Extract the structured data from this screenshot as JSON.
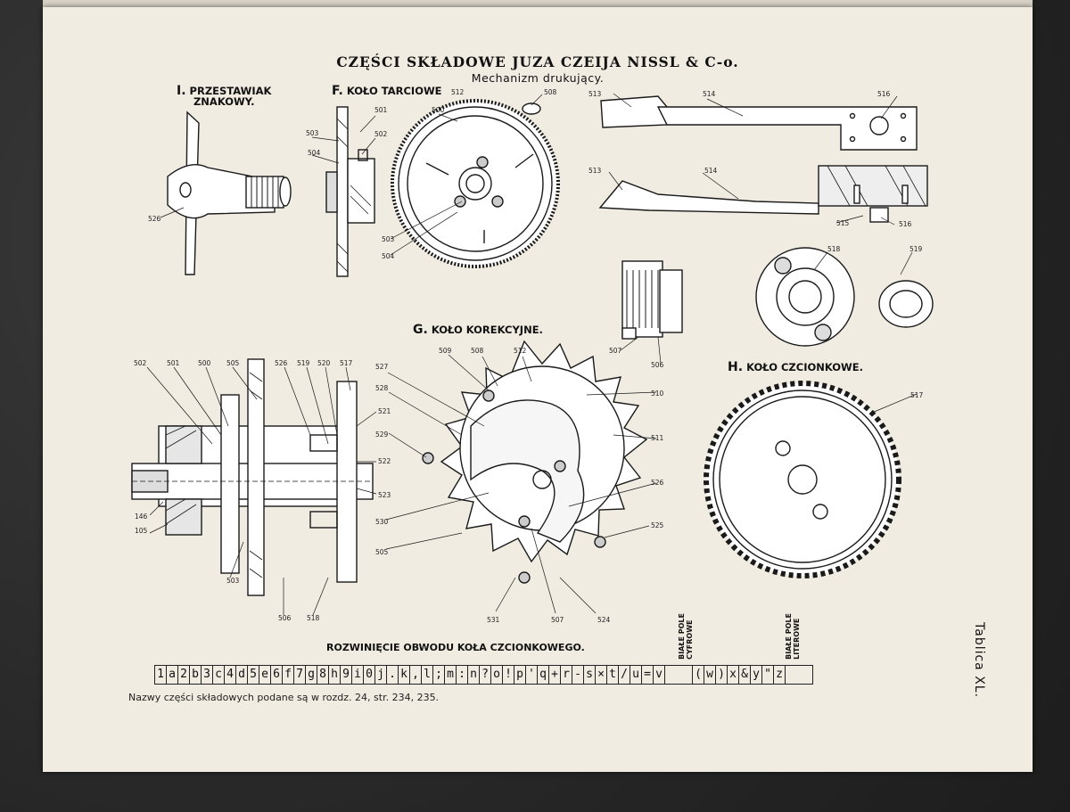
{
  "title": "CZĘŚCI SKŁADOWE JUZA CZEIJA NISSL & C-o.",
  "subtitle": "Mechanizm drukujący.",
  "labels": {
    "i_letter": "I.",
    "i_text_1": "PRZESTAWIAK",
    "i_text_2": "ZNAKOWY.",
    "f_letter": "F.",
    "f_text": "KOŁO TARCIOWE",
    "g_letter": "G.",
    "g_text": "KOŁO KOREKCYJNE.",
    "h_letter": "H.",
    "h_text": "KOŁO CZCIONKOWE."
  },
  "strip_caption": "ROZWINIĘCIE OBWODU KOŁA CZCIONKOWEGO.",
  "strip_cells": [
    "1",
    "a",
    "2",
    "b",
    "3",
    "c",
    "4",
    "d",
    "5",
    "e",
    "6",
    "f",
    "7",
    "g",
    "8",
    "h",
    "9",
    "i",
    "0",
    "j",
    ".",
    "k",
    ",",
    "l",
    ";",
    "m",
    ":",
    "n",
    "?",
    "o",
    "!",
    "p",
    "'",
    "q",
    "+",
    "r",
    "-",
    "s",
    "×",
    "t",
    "/",
    "u",
    "=",
    "v",
    "",
    "(",
    "w",
    ")",
    "x",
    "&",
    "y",
    "\"",
    "z",
    ""
  ],
  "biale_pole_cyfrowe_1": "BIAŁE POLE",
  "biale_pole_cyfrowe_2": "CYFROWE",
  "biale_pole_literowe_1": "BIAŁE POLE",
  "biale_pole_literowe_2": "LITEROWE",
  "note": "Nazwy części składowych podane są w rozdz. 24, str. 234, 235.",
  "tablica": "Tablica XL.",
  "numbers": {
    "n526a": "526",
    "n501a": "501",
    "n503a": "503",
    "n502a": "502",
    "n504a": "504",
    "n512a": "512",
    "n508a": "508",
    "n500a": "500",
    "n503b": "503",
    "n504b": "504",
    "n513a": "513",
    "n514a": "514",
    "n516a": "516",
    "n513b": "513",
    "n514b": "514",
    "n515": "515",
    "n516b": "516",
    "n518a": "518",
    "n519a": "519",
    "n507a": "507",
    "n506a": "506",
    "n502b": "502",
    "n501b": "501",
    "n500b": "500",
    "n505a": "505",
    "n526b": "526",
    "n519b": "519",
    "n520": "520",
    "n517a": "517",
    "n521": "521",
    "n522": "522",
    "n523": "523",
    "n146": "146",
    "n105": "105",
    "n503c": "503",
    "n506b": "506",
    "n518b": "518",
    "n527": "527",
    "n528": "528",
    "n529": "529",
    "n530": "530",
    "n505b": "505",
    "n509": "509",
    "n508b": "508",
    "n512b": "512",
    "n510": "510",
    "n511": "511",
    "n526c": "526",
    "n525": "525",
    "n531": "531",
    "n507b": "507",
    "n524": "524",
    "n517b": "517"
  }
}
